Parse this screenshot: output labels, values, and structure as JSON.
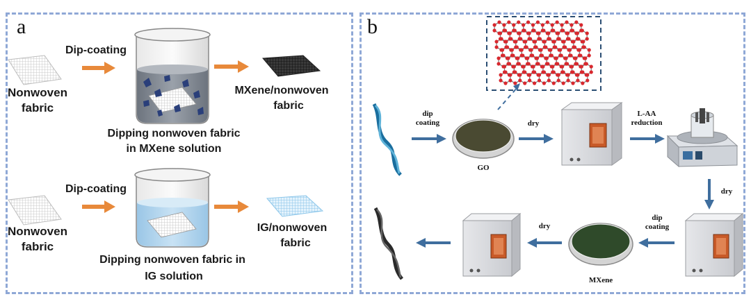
{
  "panel_a": {
    "label": "a",
    "row1": {
      "step": "Dip-coating",
      "input_line1": "Nonwoven",
      "input_line2": "fabric",
      "output_line1": "MXene/nonwoven",
      "output_line2": "fabric",
      "caption_line1": "Dipping nonwoven fabric",
      "caption_line2": "in MXene solution"
    },
    "row2": {
      "step": "Dip-coating",
      "input_line1": "Nonwoven",
      "input_line2": "fabric",
      "output_line1": "IG/nonwoven",
      "output_line2": "fabric",
      "caption_line1": "Dipping nonwoven fabric in",
      "caption_line2": "IG solution"
    }
  },
  "panel_b": {
    "label": "b",
    "dip1_line1": "dip",
    "dip1_line2": "coating",
    "go": "GO",
    "dry1": "dry",
    "laa_line1": "L-AA",
    "laa_line2": "reduction",
    "dry2": "dry",
    "dip2_line1": "dip",
    "dip2_line2": "coating",
    "mxene": "MXene",
    "dry3": "dry"
  },
  "colors": {
    "panel_border": "#8fa8d6",
    "orange_arrow": "#e8893a",
    "blue_arrow": "#3f6e9e",
    "mxene_liquid": "#7f8791",
    "ig_liquid": "#a8d0ec",
    "go_liquid": "#4a4a32",
    "mxene_dish_liquid": "#2f4a2a",
    "oven_door": "#c85a28",
    "graphene_atom": "#d8282e"
  }
}
